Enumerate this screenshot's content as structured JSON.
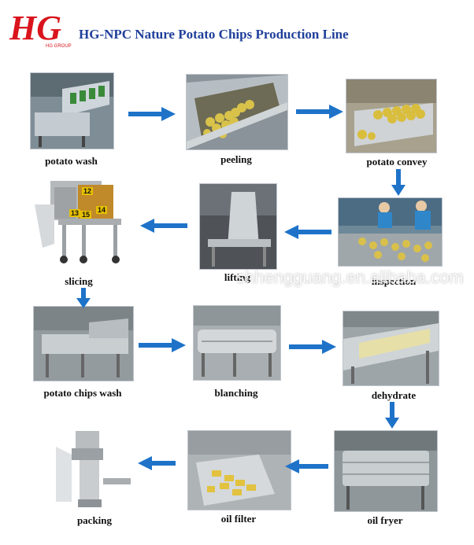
{
  "brand": {
    "logo_text": "HG",
    "logo_subtext": "HG GROUP",
    "color_red": "#d9141c"
  },
  "title": "HG-NPC Nature Potato Chips Production Line",
  "arrow_color": "#1e73c9",
  "steps": [
    {
      "label": "potato wash",
      "icon": "washing-conveyor-photo"
    },
    {
      "label": "peeling",
      "icon": "peeling-machine-photo"
    },
    {
      "label": "potato convey",
      "icon": "conveyor-hopper-photo"
    },
    {
      "label": "inspection",
      "icon": "inspection-belt-photo"
    },
    {
      "label": "lifting",
      "icon": "lifting-elevator-photo"
    },
    {
      "label": "slicing",
      "icon": "slicing-machine-photo"
    },
    {
      "label": "potato chips wash",
      "icon": "chips-washer-photo"
    },
    {
      "label": "blanching",
      "icon": "blanching-machine-photo"
    },
    {
      "label": "dehydrate",
      "icon": "dehydrator-photo"
    },
    {
      "label": "oil fryer",
      "icon": "fryer-photo"
    },
    {
      "label": "oil filter",
      "icon": "oil-filter-photo"
    },
    {
      "label": "packing",
      "icon": "packing-machine-photo"
    }
  ],
  "slicer_numbers": [
    "12",
    "13",
    "14",
    "15"
  ],
  "watermark": "shhengguang.en.alibaba.com"
}
